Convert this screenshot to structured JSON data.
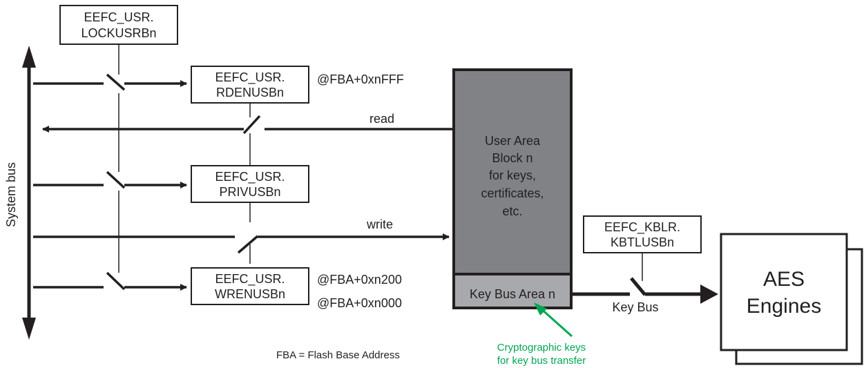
{
  "system_bus_label": "System bus",
  "registers": {
    "lock": [
      "EEFC_USR.",
      "LOCKUSRBn"
    ],
    "rden": [
      "EEFC_USR.",
      "RDENUSBn"
    ],
    "priv": [
      "EEFC_USR.",
      "PRIVUSBn"
    ],
    "wren": [
      "EEFC_USR.",
      "WRENUSBn"
    ],
    "kblr": [
      "EEFC_KBLR.",
      "KBTLUSBn"
    ]
  },
  "addresses": {
    "top": "@FBA+0xnFFF",
    "mid": "@FBA+0xn200",
    "bottom": "@FBA+0xn000"
  },
  "signals": {
    "read": "read",
    "write": "write",
    "key_bus": "Key Bus"
  },
  "user_area": [
    "User Area",
    "Block n",
    "for keys,",
    "certificates,",
    "etc."
  ],
  "key_bus_area": "Key Bus Area n",
  "aes": [
    "AES",
    "Engines"
  ],
  "crypto_note": [
    "Cryptographic keys",
    "for key bus transfer"
  ],
  "legend": "FBA = Flash Base Address",
  "colors": {
    "user_area_fill": "#808285",
    "key_bus_area_fill": "#a7a9ac",
    "note_green": "#00a651"
  }
}
